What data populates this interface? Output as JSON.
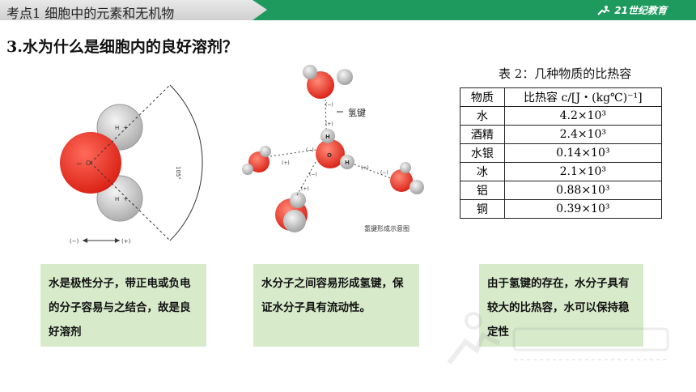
{
  "header": {
    "title": "考点1   细胞中的元素和无机物",
    "logo_text": "21世纪教育"
  },
  "heading": "3.水为什么是细胞内的良好溶剂？",
  "figure1": {
    "o_label": "O",
    "o_charge": "−",
    "h_label": "H",
    "h_charge": "+",
    "angle": "105°",
    "minus": "(−)",
    "plus": "(+)"
  },
  "figure2": {
    "bond_label": "氢键",
    "caption": "氢键形成示意图",
    "o_label": "O",
    "h_label": "H",
    "minus": "(−)",
    "plus": "(+)"
  },
  "table": {
    "caption": "表 2：几种物质的比热容",
    "headers": [
      "物质",
      "比热容 c/[J・(kg℃)⁻¹]"
    ],
    "rows": [
      [
        "水",
        "4.2×10³"
      ],
      [
        "酒精",
        "2.4×10³"
      ],
      [
        "水银",
        "0.14×10³"
      ],
      [
        "冰",
        "2.1×10³"
      ],
      [
        "铝",
        "0.88×10³"
      ],
      [
        "铜",
        "0.39×10³"
      ]
    ]
  },
  "notes": [
    "水是极性分子，带正电或负电的分子容易与之结合，故是良好溶剂",
    "水分子之间容易形成氢键，保证水分子具有流动性。",
    "由于氢键的存在，水分子具有较大的比热容，水可以保持稳定性"
  ],
  "colors": {
    "bar": "#1f9a5f",
    "note_bg": "#d7ebcb",
    "oxygen": "#e2231a",
    "hydrogen": "#cfcfcf"
  }
}
